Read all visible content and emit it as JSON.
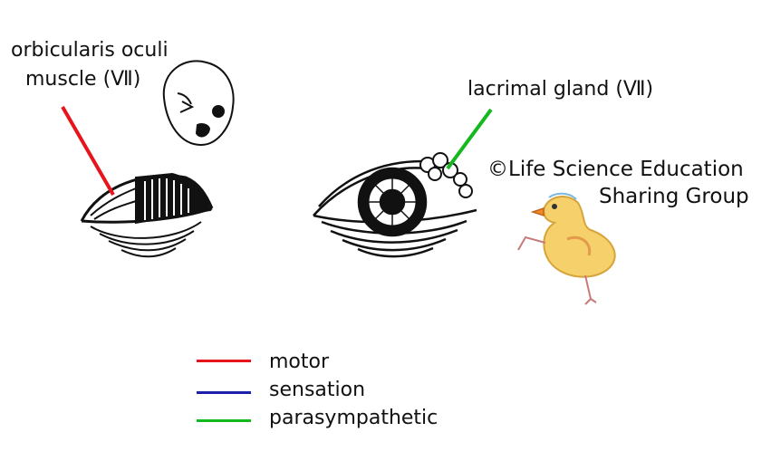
{
  "labels": {
    "orbicularis_line1": "orbicularis oculi",
    "orbicularis_line2": "muscle (Ⅶ)",
    "lacrimal": "lacrimal gland (Ⅶ)"
  },
  "credit": {
    "line1": "©Life Science Education",
    "line2": "Sharing Group"
  },
  "legend": [
    {
      "label": "motor",
      "color": "#e8141b"
    },
    {
      "label": "sensation",
      "color": "#1d20a8"
    },
    {
      "label": "parasympathetic",
      "color": "#15b81f"
    }
  ],
  "icons": [
    "face-icon",
    "closed-eye-muscle-icon",
    "open-eye-icon",
    "lacrimal-gland-icon",
    "chick-icon"
  ]
}
